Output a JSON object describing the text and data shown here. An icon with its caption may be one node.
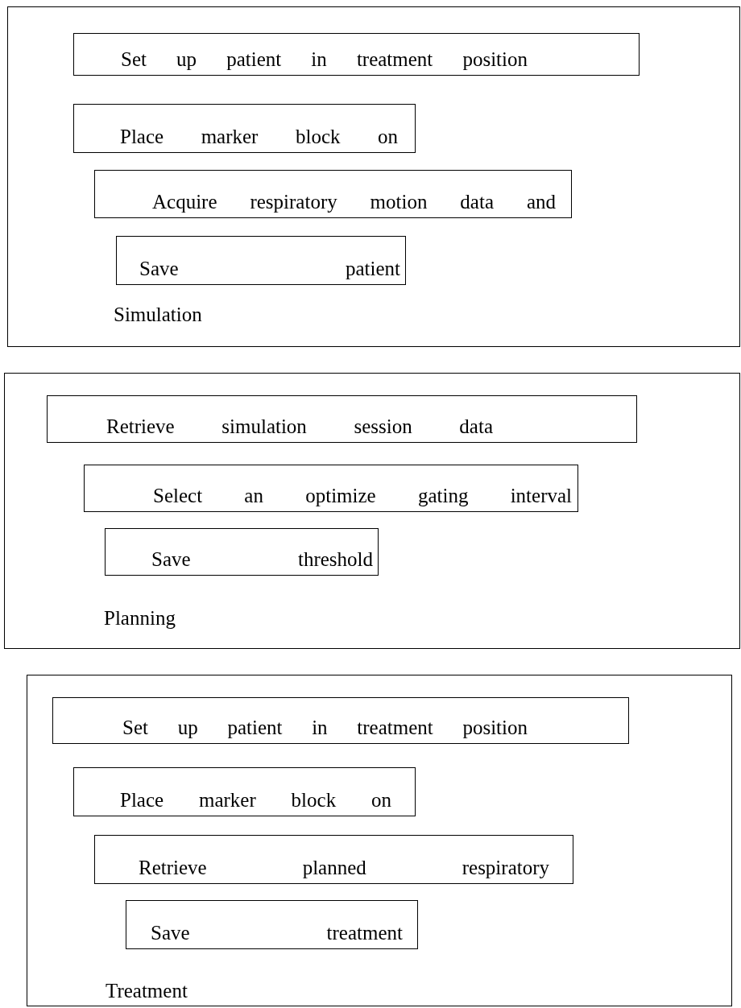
{
  "diagram": {
    "nodes": [
      {
        "text": [
          "Simulation"
        ]
      },
      {
        "text": [
          "Set up patient in treatment position"
        ],
        "in": 0
      },
      {
        "text": [
          "Place marker block on"
        ],
        "in": 0
      },
      {
        "text": [
          "Acquire respiratory motion data and"
        ],
        "in": 0
      },
      {
        "text": [
          "Save patient"
        ],
        "in": 0
      },
      {
        "text": [
          "Planning"
        ]
      },
      {
        "text": [
          "Retrieve simulation session data"
        ],
        "in": 5
      },
      {
        "text": [
          "Select an optimize gating interval"
        ],
        "in": 5
      },
      {
        "text": [
          "Save threshold"
        ],
        "in": 5
      },
      {
        "text": [
          "Treatment"
        ]
      },
      {
        "text": [
          "Set up patient in treatment position"
        ],
        "in": 9
      },
      {
        "text": [
          "Place marker block on"
        ],
        "in": 9
      },
      {
        "text": [
          "Retrieve planned respiratory"
        ],
        "in": 9
      },
      {
        "text": [
          "Save treatment"
        ],
        "in": 9
      }
    ],
    "edges": []
  }
}
